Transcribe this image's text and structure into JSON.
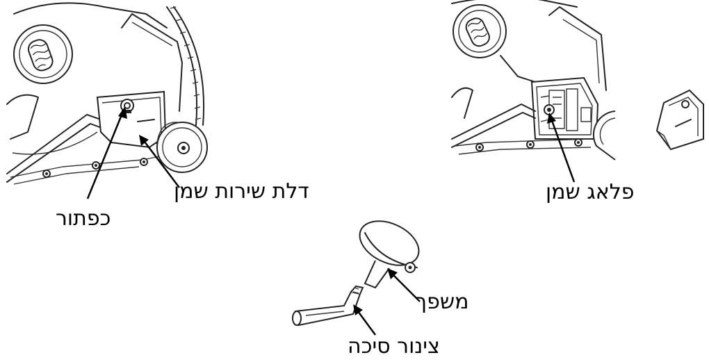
{
  "labels": {
    "cap": "כפתור",
    "oil_service_door": "דלת שירות שמן",
    "oil_plug": "פלאג שמן",
    "funnel": "משפך",
    "drain_hose": "צינור סיכה"
  }
}
